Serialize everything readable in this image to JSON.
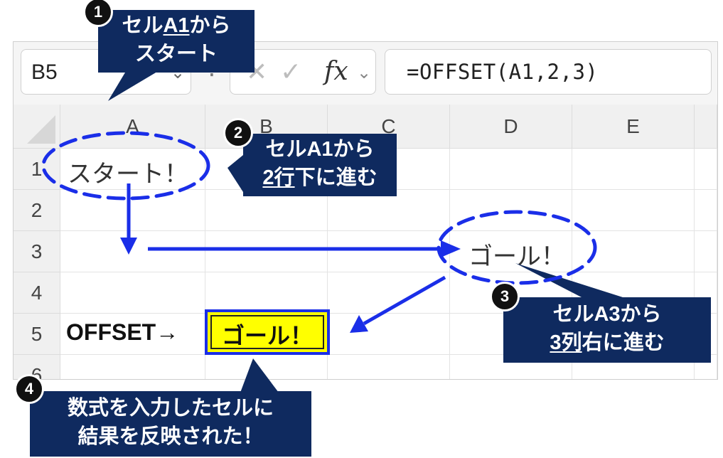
{
  "namebox": {
    "value": "B5",
    "dropdown_icon": "chevron-down-icon"
  },
  "formula_bar": {
    "separator_icon": "more-vert-icon",
    "cancel_icon": "close-icon",
    "enter_icon": "check-icon",
    "fx_label": "fx",
    "fx_dropdown_icon": "chevron-down-icon",
    "formula": "=OFFSET(A1,2,3)"
  },
  "columns": [
    "A",
    "B",
    "C",
    "D",
    "E"
  ],
  "rows": [
    "1",
    "2",
    "3",
    "4",
    "5",
    "6"
  ],
  "cells": {
    "A1": "スタート！",
    "D3": "ゴール！",
    "A5": "OFFSET→",
    "B5": "ゴール！"
  },
  "callouts": {
    "c1": {
      "number": "1",
      "line1_pre": "セル",
      "line1_u": "A1",
      "line1_post": "から",
      "line2": "スタート"
    },
    "c2": {
      "number": "2",
      "line1": "セルA1から",
      "line2_u": "2行",
      "line2_post": "下に進む"
    },
    "c3": {
      "number": "3",
      "line1": "セルA3から",
      "line2_u": "3列",
      "line2_post": "右に進む"
    },
    "c4": {
      "number": "4",
      "line1": "数式を入力したセルに",
      "line2": "結果を反映された！"
    }
  },
  "colors": {
    "callout_bg": "#0f2a5f",
    "arrow_blue": "#1a2ee8",
    "highlight_yellow": "#ffff00"
  }
}
